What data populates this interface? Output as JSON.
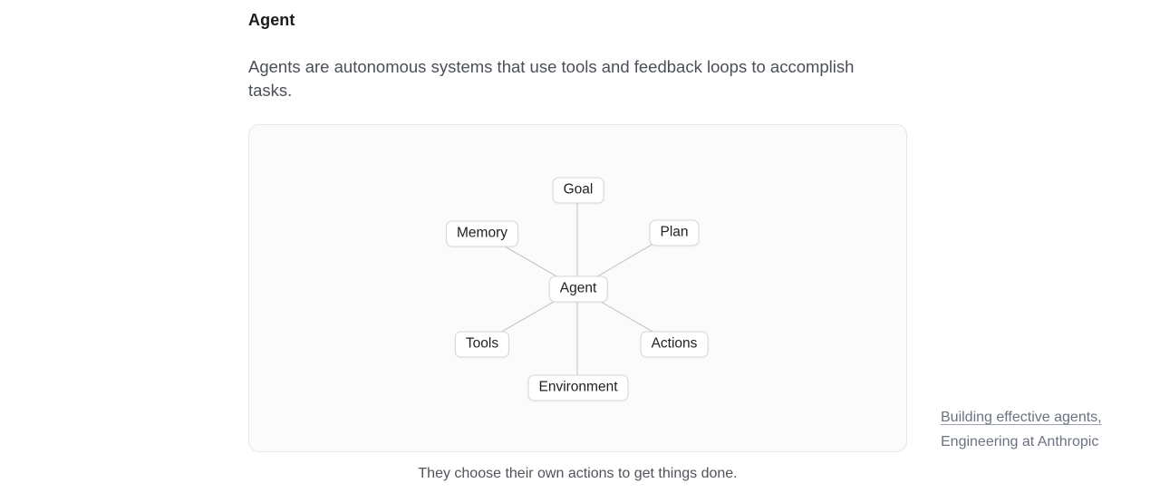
{
  "page": {
    "title": "Agent",
    "description": "Agents are autonomous systems that use tools and feedback loops to accomplish tasks.",
    "caption": "They choose their own actions to get things done."
  },
  "diagram": {
    "center": {
      "label": "Agent"
    },
    "nodes": [
      {
        "id": "goal",
        "label": "Goal"
      },
      {
        "id": "memory",
        "label": "Memory"
      },
      {
        "id": "plan",
        "label": "Plan"
      },
      {
        "id": "tools",
        "label": "Tools"
      },
      {
        "id": "actions",
        "label": "Actions"
      },
      {
        "id": "environment",
        "label": "Environment"
      }
    ],
    "edges": [
      "agent-goal",
      "agent-memory",
      "agent-plan",
      "agent-tools",
      "agent-actions",
      "agent-environment"
    ]
  },
  "citation": {
    "line1": "Building effective agents,",
    "line2": "Engineering at Anthropic"
  },
  "colors": {
    "card_background": "#fbfbfc",
    "card_border": "#e5e5ea",
    "node_border": "#d6d6db",
    "edge_line": "#bdbdc4",
    "body_text": "#4b4f58",
    "muted_text": "#6b7280"
  }
}
